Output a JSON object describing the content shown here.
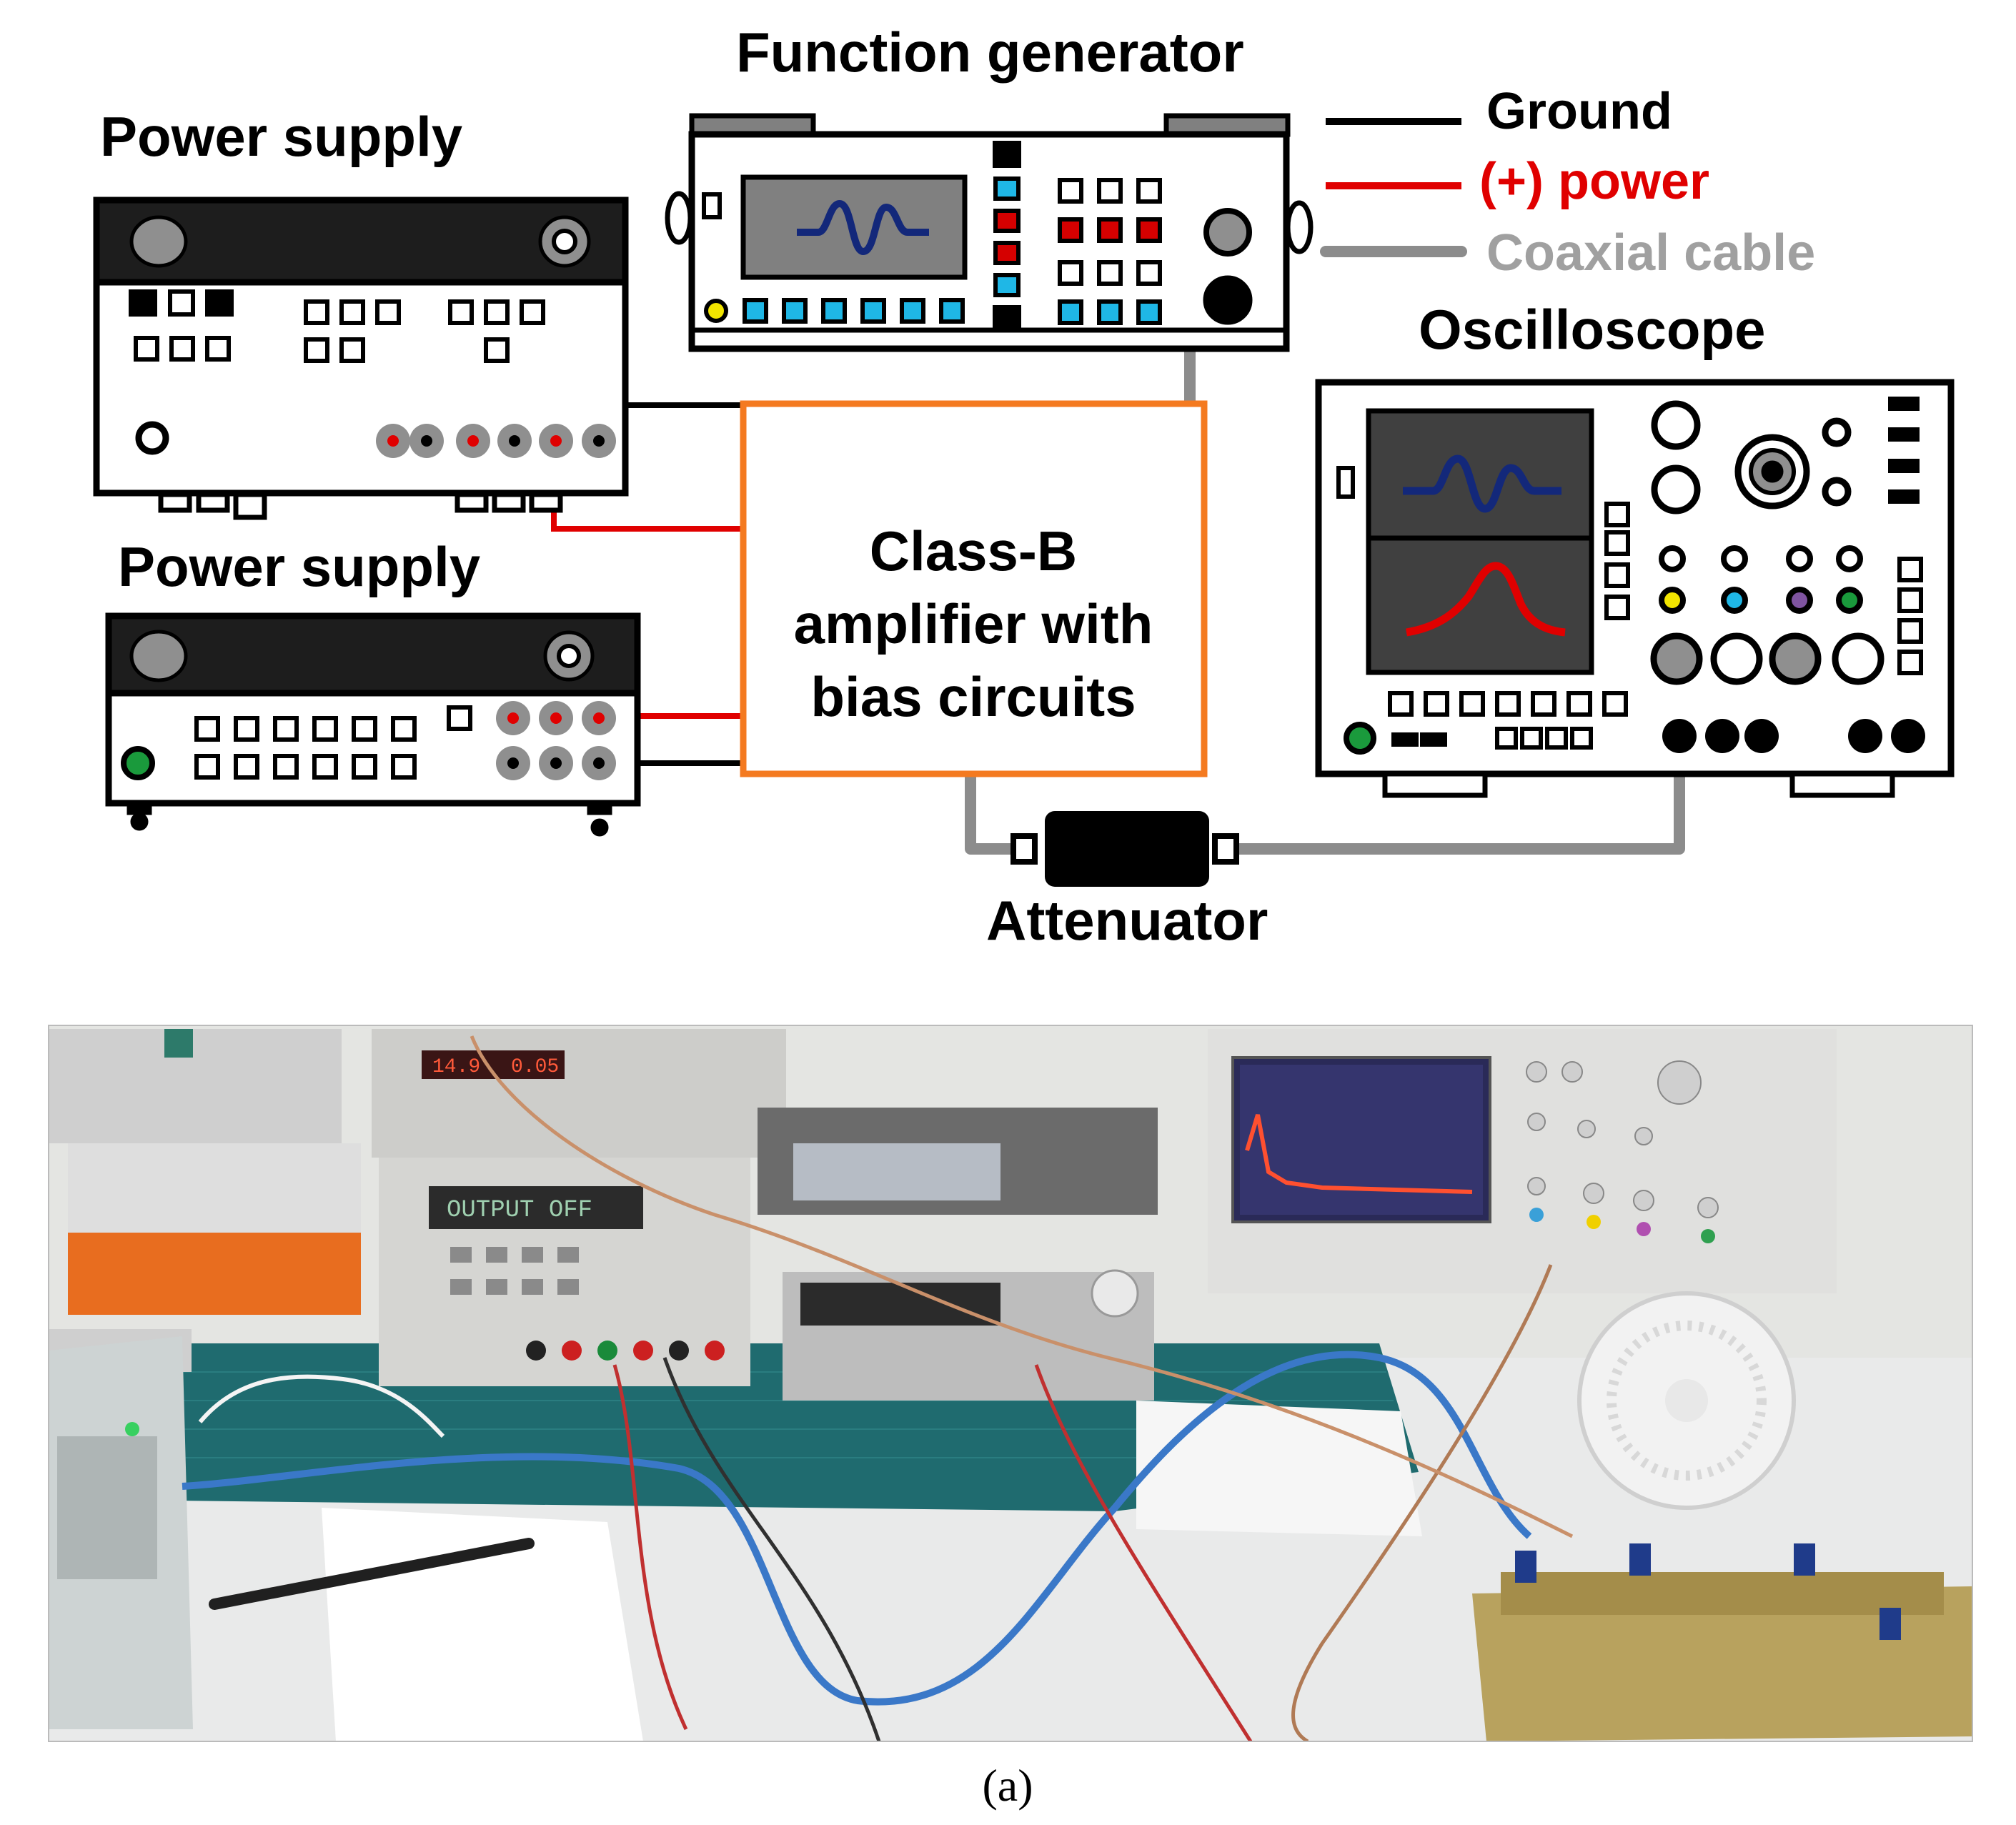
{
  "diagram": {
    "titles": {
      "function_generator": "Function generator",
      "power_supply_top": "Power supply",
      "power_supply_bottom": "Power supply",
      "oscilloscope": "Oscilloscope",
      "attenuator": "Attenuator"
    },
    "legend": [
      {
        "label": "Ground",
        "color": "#000000"
      },
      {
        "label": "(+) power",
        "color": "#e00000"
      },
      {
        "label": "Coaxial cable",
        "color": "#8c8c8c"
      }
    ],
    "amplifier_box": {
      "lines": [
        "Class-B",
        "amplifier with",
        "bias circuits"
      ],
      "border_color": "#f47a20"
    },
    "colors": {
      "ground_wire": "#000000",
      "power_wire": "#e00000",
      "coax": "#8c8c8c",
      "scope_trace_sine": "#13287a",
      "scope_trace_peak": "#e00000",
      "fg_trace": "#13287a",
      "cyan_button": "#1fb7e6",
      "red_button": "#d50000"
    }
  },
  "photo": {
    "display_fields": {
      "supply_left_reading": "14.9",
      "supply_right_reading": "0.05",
      "agilent_display": "OUTPUT OFF"
    }
  },
  "caption": "(a)"
}
